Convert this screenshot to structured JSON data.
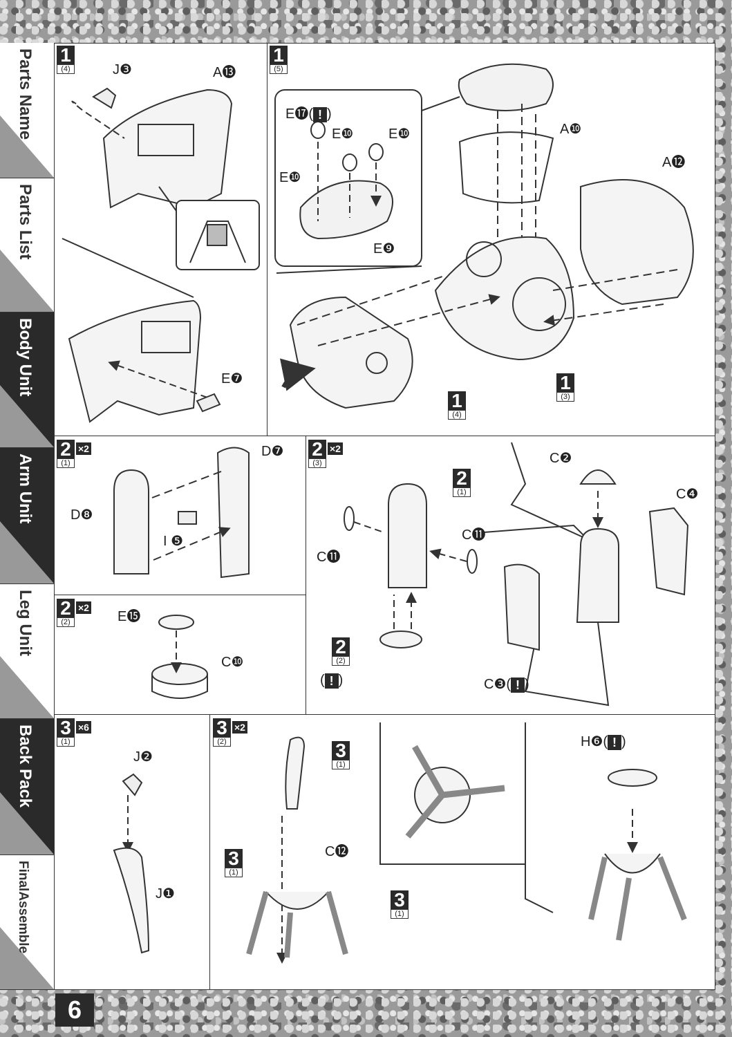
{
  "sidebar": {
    "tabs": [
      {
        "label": "Parts Name",
        "style": "light"
      },
      {
        "label": "Parts List",
        "style": "light"
      },
      {
        "label": "Body Unit",
        "style": "dark"
      },
      {
        "label": "Arm Unit",
        "style": "dark"
      },
      {
        "label": "Leg Unit",
        "style": "light"
      },
      {
        "label": "Back Pack",
        "style": "dark"
      },
      {
        "label": "FinalAssemble",
        "style": "light"
      }
    ]
  },
  "warning_symbol": "!",
  "steps": {
    "s1_4": {
      "num": "1",
      "sub": "(4)",
      "labels": {
        "j3": "J❸",
        "a13": "A⓭",
        "e7": "E❼"
      }
    },
    "s1_5": {
      "num": "1",
      "sub": "(5)",
      "labels": {
        "e17": "E⓱",
        "e10a": "E❿",
        "e10b": "E❿",
        "e10c": "E❿",
        "e9": "E❾",
        "a10": "A❿",
        "a12": "A⓬"
      },
      "refs": [
        {
          "num": "1",
          "sub": "(3)"
        },
        {
          "num": "1",
          "sub": "(4)"
        }
      ]
    },
    "s2_1": {
      "num": "2",
      "sub": "(1)",
      "mult": "×2",
      "labels": {
        "d7": "D❼",
        "d8": "D❽",
        "i5": "I ❺"
      }
    },
    "s2_2": {
      "num": "2",
      "sub": "(2)",
      "mult": "×2",
      "labels": {
        "e15": "E⓯",
        "c10": "C❿"
      }
    },
    "s2_3": {
      "num": "2",
      "sub": "(3)",
      "mult": "×2",
      "labels": {
        "c11a": "C⓫",
        "c11b": "C⓫",
        "c2": "C❷",
        "c4": "C❹",
        "c3": "C❸"
      },
      "refs": [
        {
          "num": "2",
          "sub": "(1)"
        },
        {
          "num": "2",
          "sub": "(2)"
        }
      ]
    },
    "s3_1": {
      "num": "3",
      "sub": "(1)",
      "mult": "×6",
      "labels": {
        "j2": "J❷",
        "j1": "J❶"
      }
    },
    "s3_2": {
      "num": "3",
      "sub": "(2)",
      "mult": "×2",
      "labels": {
        "c12": "C⓬",
        "h6": "H❻"
      },
      "refs": [
        {
          "num": "3",
          "sub": "(1)"
        },
        {
          "num": "3",
          "sub": "(1)"
        },
        {
          "num": "3",
          "sub": "(1)"
        }
      ]
    }
  },
  "page_number": "6"
}
